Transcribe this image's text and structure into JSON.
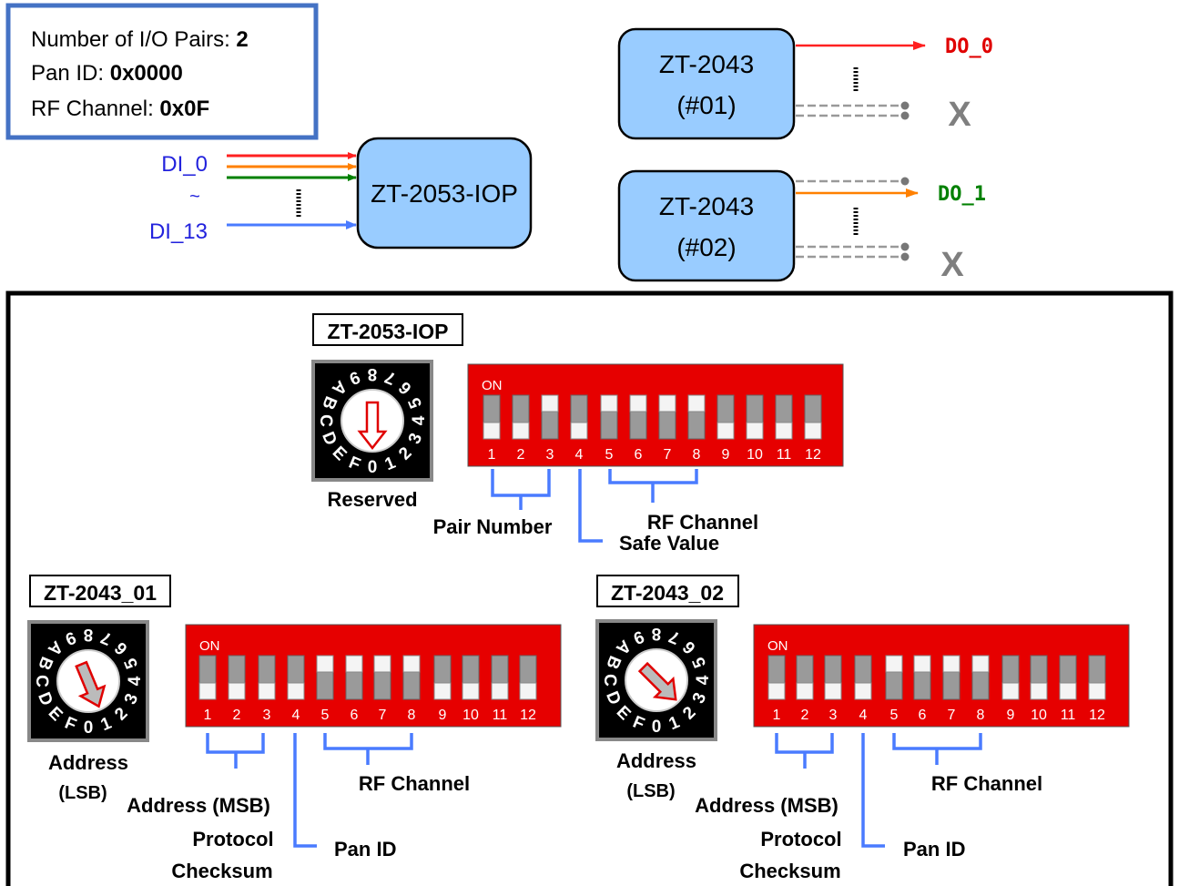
{
  "info_box": {
    "pairs_label": "Number of I/O Pairs: ",
    "pairs_value": "2",
    "pan_label": "Pan ID: ",
    "pan_value": "0x0000",
    "rf_label": "RF Channel: ",
    "rf_value": "0x0F"
  },
  "top": {
    "inputs": {
      "di0": "DI_0",
      "tilde": "~",
      "di13": "DI_13"
    },
    "iop_box": "ZT-2053-IOP",
    "node1": {
      "model": "ZT-2043",
      "id": "(#01)",
      "output": "DO_0",
      "unused": "X"
    },
    "node2": {
      "model": "ZT-2043",
      "id": "(#02)",
      "output": "DO_1",
      "unused": "X"
    }
  },
  "colors": {
    "box_fill": "#99ccff",
    "info_border": "#4472c4",
    "do0": "#e00000",
    "do1": "#008000",
    "dip_red": "#e60000",
    "brace_blue": "#4a7bff",
    "di_blue": "#2222dd",
    "arrow_red": "#ff2020",
    "arrow_orange": "#ff8000",
    "arrow_green": "#008000",
    "arrow_blue": "#4a7bff"
  },
  "dip_labels": {
    "on": "ON",
    "numbers": [
      "1",
      "2",
      "3",
      "4",
      "5",
      "6",
      "7",
      "8",
      "9",
      "10",
      "11",
      "12"
    ]
  },
  "rotary_chars": [
    "0",
    "1",
    "2",
    "3",
    "4",
    "5",
    "6",
    "7",
    "8",
    "9",
    "A",
    "B",
    "C",
    "D",
    "E",
    "F"
  ],
  "iop": {
    "title": "ZT-2053-IOP",
    "rotary_position": "0",
    "switch_on": [
      false,
      false,
      true,
      false,
      true,
      true,
      true,
      true,
      false,
      false,
      false,
      false
    ],
    "labels": {
      "rotary": "Reserved",
      "pair": "Pair Number",
      "rf": "RF Channel",
      "safe": "Safe Value"
    }
  },
  "zt01": {
    "title": "ZT-2043_01",
    "rotary_position": "1",
    "switch_on": [
      false,
      false,
      false,
      false,
      true,
      true,
      true,
      true,
      false,
      false,
      false,
      false
    ],
    "labels": {
      "rotary_1": "Address",
      "rotary_2": "(LSB)",
      "addr": "Address (MSB)",
      "proto_1": "Protocol",
      "proto_2": "Checksum",
      "rf": "RF Channel",
      "pan": "Pan ID"
    }
  },
  "zt02": {
    "title": "ZT-2043_02",
    "rotary_position": "2",
    "switch_on": [
      false,
      false,
      false,
      false,
      true,
      true,
      true,
      true,
      false,
      false,
      false,
      false
    ],
    "labels": {
      "rotary_1": "Address",
      "rotary_2": "(LSB)",
      "addr": "Address (MSB)",
      "proto_1": "Protocol",
      "proto_2": "Checksum",
      "rf": "RF Channel",
      "pan": "Pan ID"
    }
  }
}
